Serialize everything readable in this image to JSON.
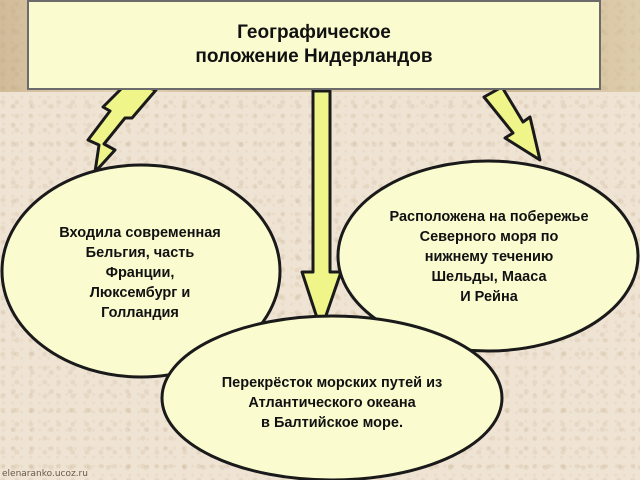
{
  "title": "Географическое\nположение Нидерландов",
  "nodes": {
    "left": "Входила современная\nБельгия, часть\nФранции,\nЛюксембург и\nГолландия",
    "right": "Расположена на побережье\nСеверного моря по\nнижнему течению\nШельды, Мааса\nИ Рейна",
    "bottom": "Перекрёсток морских путей из\nАтлантического океана\nв Балтийское море."
  },
  "footer": "elenaranko.ucoz.ru",
  "colors": {
    "box_fill": "#fbfbd0",
    "arrow_fill": "#f0f58a",
    "stroke": "#1a1a1a"
  }
}
